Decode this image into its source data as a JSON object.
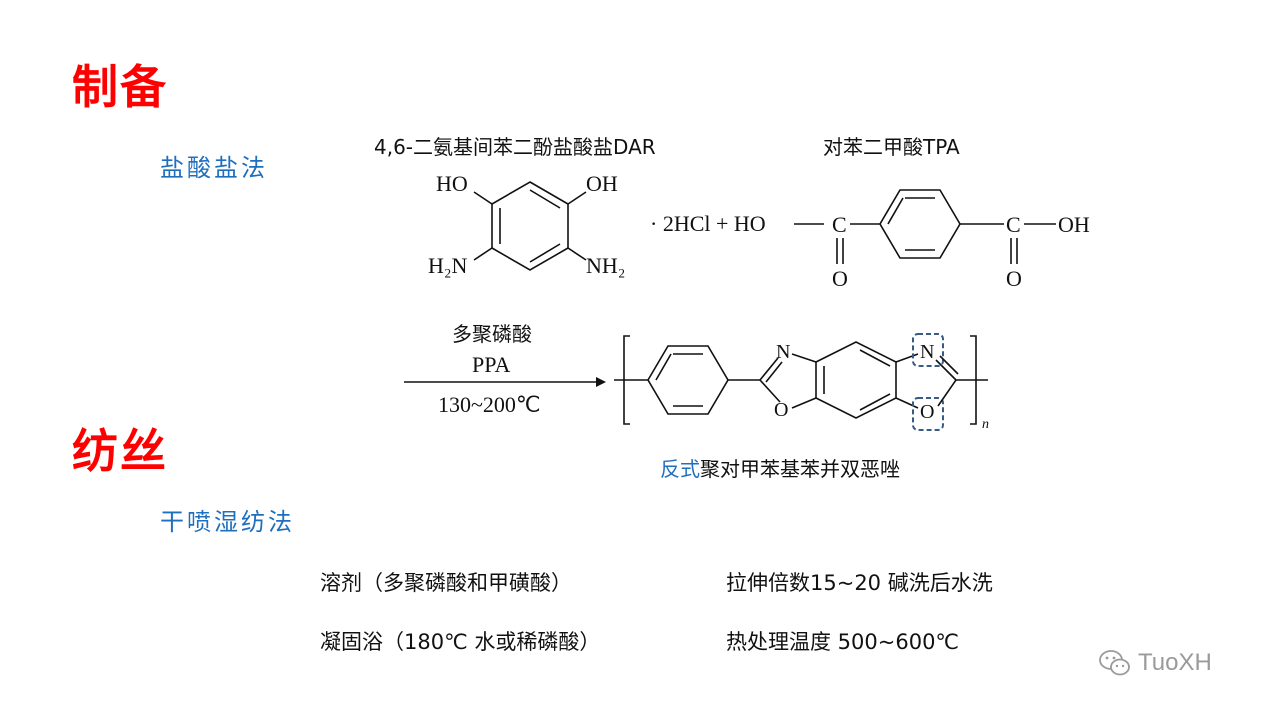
{
  "sections": {
    "prep_title": "制备",
    "spin_title": "纺丝"
  },
  "prep": {
    "method": "盐酸盐法",
    "dar_label": "4,6-二氨基间苯二酚盐酸盐DAR",
    "tpa_label": "对苯二甲酸TPA",
    "dar": {
      "ho_left": "HO",
      "oh_right": "OH",
      "h2n": "H₂N",
      "nh2": "NH₂"
    },
    "reaction": {
      "hcl": "· 2HCl + HO",
      "c1": "C",
      "o1": "O",
      "c2": "C",
      "o2": "O",
      "oh": "OH"
    },
    "conditions": {
      "catalyst_cn": "多聚磷酸",
      "catalyst_abbr": "PPA",
      "temperature": "130~200℃"
    },
    "product": {
      "n_top": "N",
      "o_bottom": "O",
      "n_right": "N",
      "o_right": "O",
      "repeat": "n",
      "name_prefix": "反式",
      "name_rest": "聚对甲苯基苯并双恶唑"
    }
  },
  "spin": {
    "method": "干喷湿纺法",
    "solvent": "溶剂（多聚磷酸和甲磺酸）",
    "bath": "凝固浴（180℃ 水或稀磷酸）",
    "stretch": "拉伸倍数15~20 碱洗后水洗",
    "heat": "热处理温度 500~600℃"
  },
  "watermark": "TuoXH",
  "icons": {
    "watermark_icon": "wechat-icon"
  }
}
